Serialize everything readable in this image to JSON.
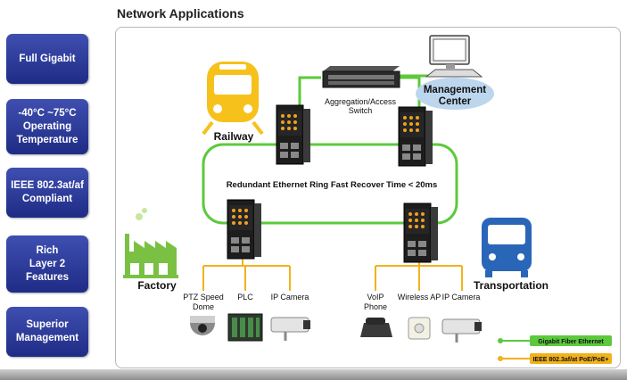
{
  "sidebar": {
    "badges": [
      {
        "label": "Full Gigabit"
      },
      {
        "label": "-40°C ~75°C\nOperating\nTemperature"
      },
      {
        "label": "IEEE 802.3at/af\nCompliant"
      },
      {
        "label": "Rich\nLayer 2\nFeatures"
      },
      {
        "label": "Superior\nManagement"
      }
    ]
  },
  "title": "Network Applications",
  "diagram": {
    "management_center_line1": "Management",
    "management_center_line2": "Center",
    "aggregation_line1": "Aggregation/Access",
    "aggregation_line2": "Switch",
    "railway": "Railway",
    "ring_label": "Redundant Ethernet Ring Fast Recover Time < 20ms",
    "factory": "Factory",
    "transportation": "Transportation",
    "left_devices": {
      "ptz_line1": "PTZ Speed",
      "ptz_line2": "Dome",
      "plc": "PLC",
      "ip_camera": "IP Camera"
    },
    "right_devices": {
      "voip_line1": "VoIP",
      "voip_line2": "Phone",
      "wireless_ap": "Wireless AP",
      "ip_camera": "IP Camera"
    },
    "legend": {
      "fiber": "Gigabit Fiber Ethernet",
      "poe": "IEEE 802.3af/at PoE/PoE+"
    },
    "colors": {
      "fiber": "#5cc93c",
      "poe": "#f2b21c",
      "icon_yellow": "#f6c11a",
      "icon_blue": "#2a66b8",
      "icon_green": "#7ac143"
    }
  }
}
